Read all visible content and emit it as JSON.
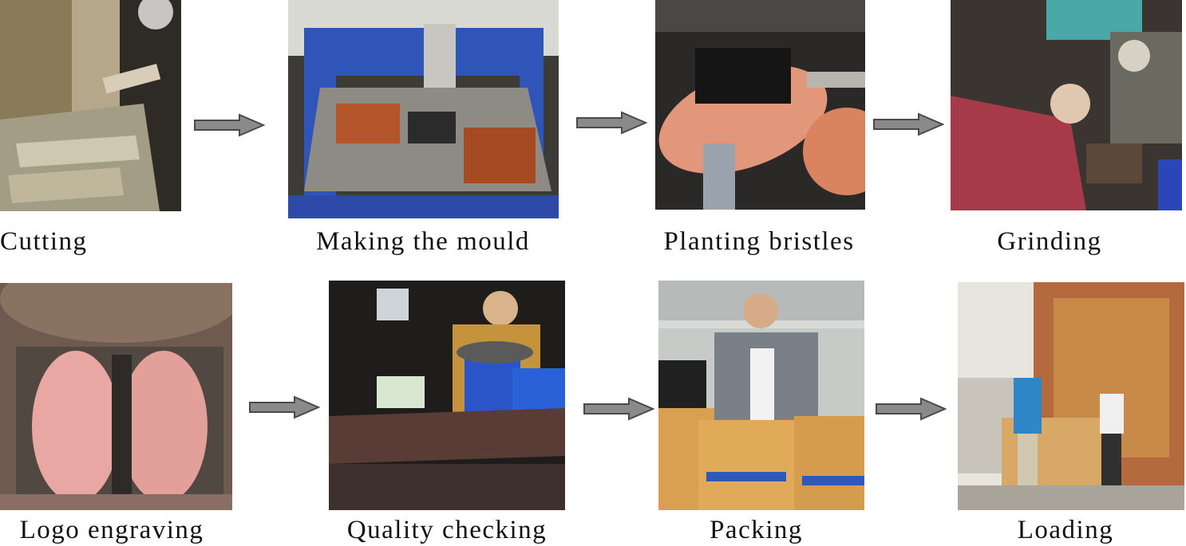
{
  "steps": [
    {
      "label": "Cutting"
    },
    {
      "label": "Making the mould"
    },
    {
      "label": "Planting bristles"
    },
    {
      "label": "Grinding"
    },
    {
      "label": "Logo engraving"
    },
    {
      "label": "Quality checking"
    },
    {
      "label": "Packing"
    },
    {
      "label": "Loading"
    }
  ],
  "colors": {
    "arrow_fill": "#8a8a8a",
    "arrow_stroke": "#4a4a4a"
  }
}
